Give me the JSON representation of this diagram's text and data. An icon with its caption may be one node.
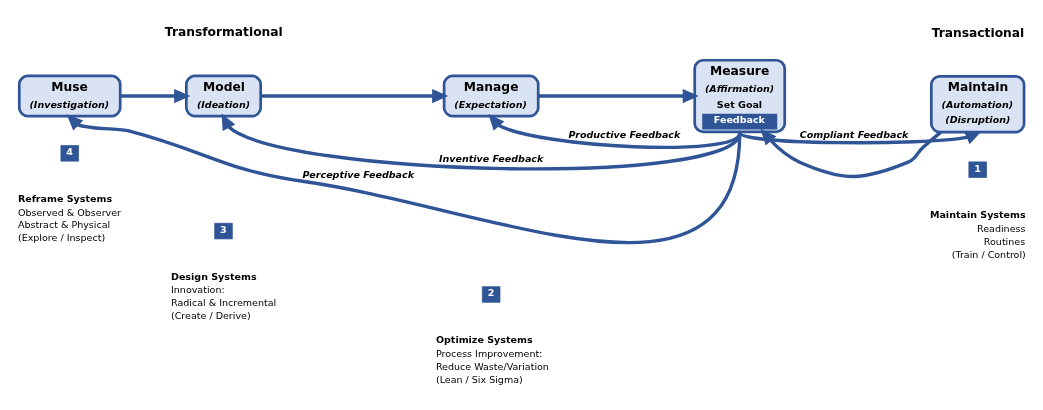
{
  "diagram": {
    "nodes": [
      {
        "text": [
          "Muse",
          "(Investigation)"
        ]
      },
      {
        "text": [
          "Model",
          "(Ideation)"
        ]
      },
      {
        "text": [
          "Manage",
          "(Expectation)"
        ]
      },
      {
        "text": [
          "Measure",
          "(Affirmation)",
          "Set Goal",
          "Feedback"
        ]
      },
      {
        "text": [
          "Maintain",
          "(Automation)",
          "(Disruption)"
        ]
      }
    ],
    "edges": [
      {
        "from": 0,
        "to": 1,
        "arrow": "to"
      },
      {
        "from": 1,
        "to": 2,
        "arrow": "to"
      },
      {
        "from": 2,
        "to": 3,
        "arrow": "to"
      },
      {
        "from": 4,
        "to": 3,
        "arrow": "to"
      },
      {
        "from": 3,
        "to": 4,
        "arrow": "to",
        "label": "Compliant Feedback"
      },
      {
        "from": 3,
        "to": 2,
        "arrow": "to",
        "label": "Productive Feedback"
      },
      {
        "from": 3,
        "to": 1,
        "arrow": "to",
        "label": "Inventive Feedback"
      },
      {
        "from": 3,
        "to": 0,
        "arrow": "to",
        "label": "Perceptive Feedback"
      }
    ],
    "labels": [
      "Transformational",
      "Transactional",
      "4",
      "3",
      "2",
      "1",
      "Reframe Systems",
      "Observed & Observer",
      "Abstract & Physical",
      "(Explore / Inspect)",
      "Design Systems",
      "Innovation:",
      "Radical & Incremental",
      "(Create / Derive)",
      "Optimize Systems",
      "Process Improvement:",
      "Reduce Waste/Variation",
      "(Lean / Six Sigma)",
      "Maintain Systems",
      "Readiness",
      "Routines",
      "(Train / Control)"
    ]
  }
}
